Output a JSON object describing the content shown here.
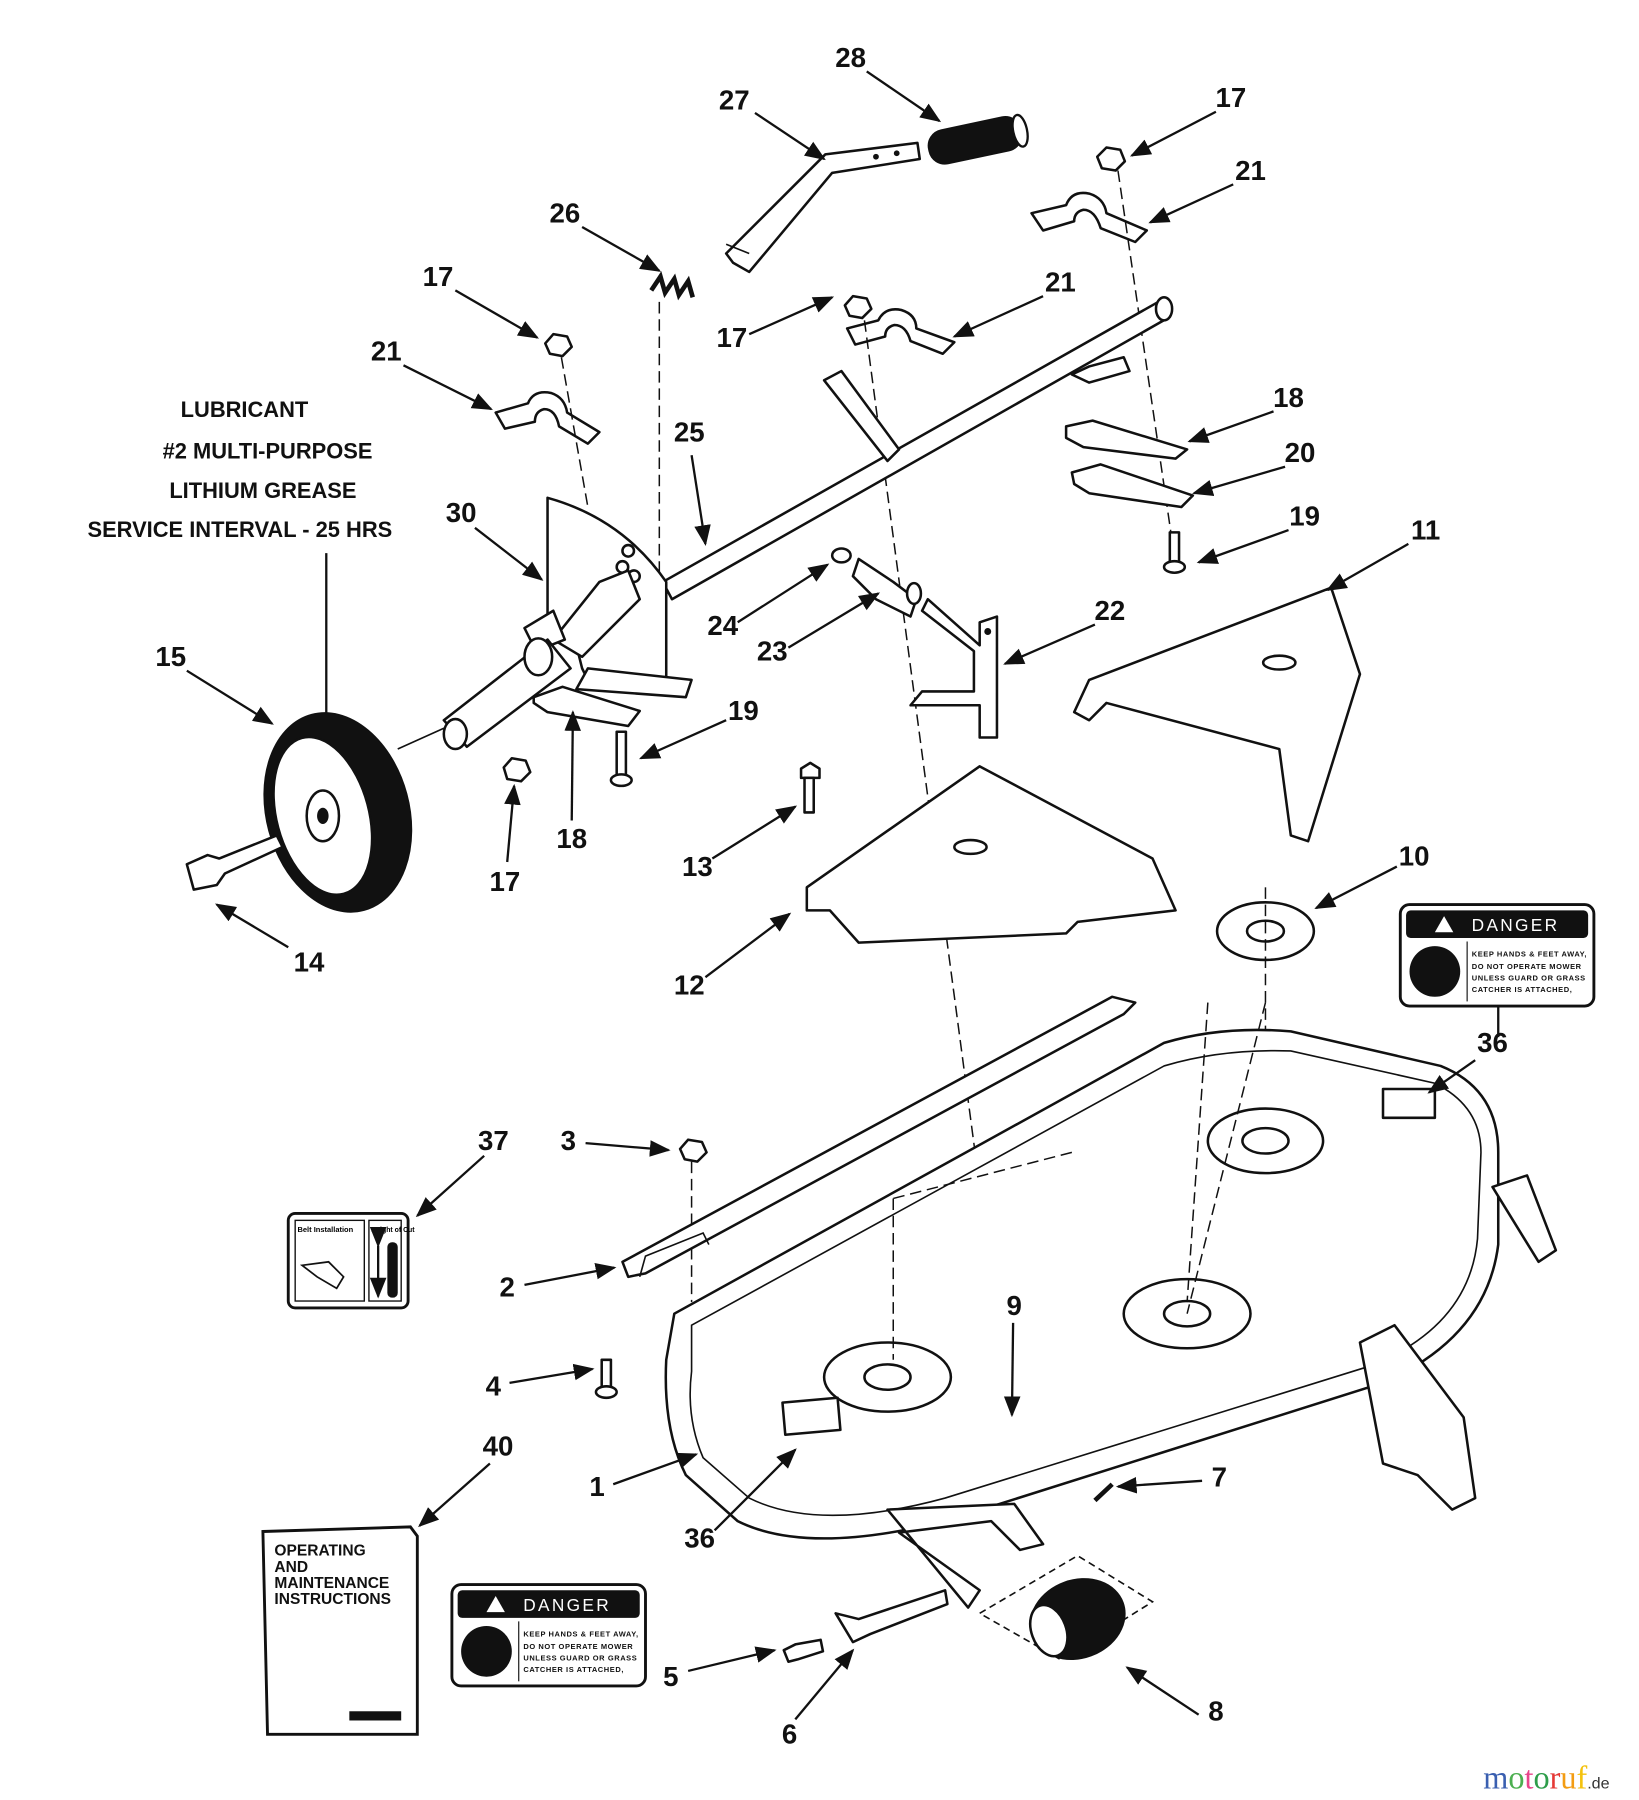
{
  "lubricant_note": {
    "lines": [
      "LUBRICANT",
      "#2 MULTI-PURPOSE",
      "LITHIUM GREASE",
      "SERVICE INTERVAL - 25 HRS"
    ]
  },
  "callouts": [
    "28",
    "27",
    "17",
    "21",
    "26",
    "21",
    "17",
    "17",
    "21",
    "25",
    "18",
    "20",
    "19",
    "11",
    "30",
    "24",
    "23",
    "22",
    "15",
    "19",
    "18",
    "17",
    "13",
    "14",
    "12",
    "10",
    "36",
    "37",
    "3",
    "2",
    "4",
    "9",
    "1",
    "7",
    "40",
    "36",
    "5",
    "6",
    "8"
  ],
  "danger_label": {
    "title": "DANGER",
    "lines": [
      "KEEP HANDS & FEET AWAY,",
      "DO NOT OPERATE MOWER",
      "UNLESS GUARD OR GRASS",
      "CATCHER IS ATTACHED,"
    ]
  },
  "decal_37": {
    "left_title": "Belt Installation",
    "right_title": "Height of Cut"
  },
  "manual": {
    "lines": [
      "OPERATING",
      "AND",
      "MAINTENANCE",
      "INSTRUCTIONS"
    ]
  },
  "watermark": {
    "brand": "motoruf",
    "tld": ".de",
    "colors": [
      "#3a5fb0",
      "#4caf50",
      "#e8458b",
      "#2e9d4a",
      "#e53935",
      "#f39c12",
      "#f4c20d"
    ]
  }
}
